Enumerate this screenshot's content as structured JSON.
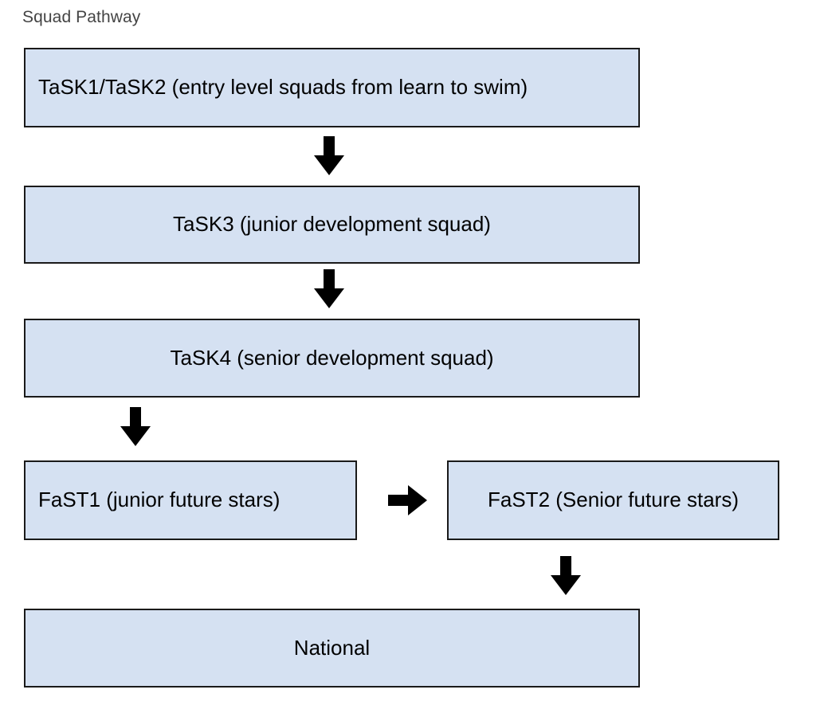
{
  "diagram": {
    "title": "Squad Pathway",
    "colors": {
      "node_fill": "#d5e1f2",
      "node_border": "#1a1a1a",
      "arrow": "#000000",
      "title_text": "#444444",
      "node_text": "#000000",
      "background": "#ffffff"
    },
    "nodes": [
      {
        "id": "task12",
        "label": "TaSK1/TaSK2  (entry level squads from learn to swim)"
      },
      {
        "id": "task3",
        "label": "TaSK3 (junior development squad)"
      },
      {
        "id": "task4",
        "label": "TaSK4 (senior development squad)"
      },
      {
        "id": "fast1",
        "label": "FaST1 (junior future stars)"
      },
      {
        "id": "fast2",
        "label": "FaST2 (Senior future stars)"
      },
      {
        "id": "national",
        "label": "National"
      }
    ],
    "arrows": [
      {
        "id": "task12-to-task3",
        "direction": "down",
        "from": "task12",
        "to": "task3"
      },
      {
        "id": "task3-to-task4",
        "direction": "down",
        "from": "task3",
        "to": "task4"
      },
      {
        "id": "task4-to-fast1",
        "direction": "down",
        "from": "task4",
        "to": "fast1"
      },
      {
        "id": "fast1-to-fast2",
        "direction": "right",
        "from": "fast1",
        "to": "fast2"
      },
      {
        "id": "fast2-to-national",
        "direction": "down",
        "from": "fast2",
        "to": "national"
      }
    ]
  }
}
